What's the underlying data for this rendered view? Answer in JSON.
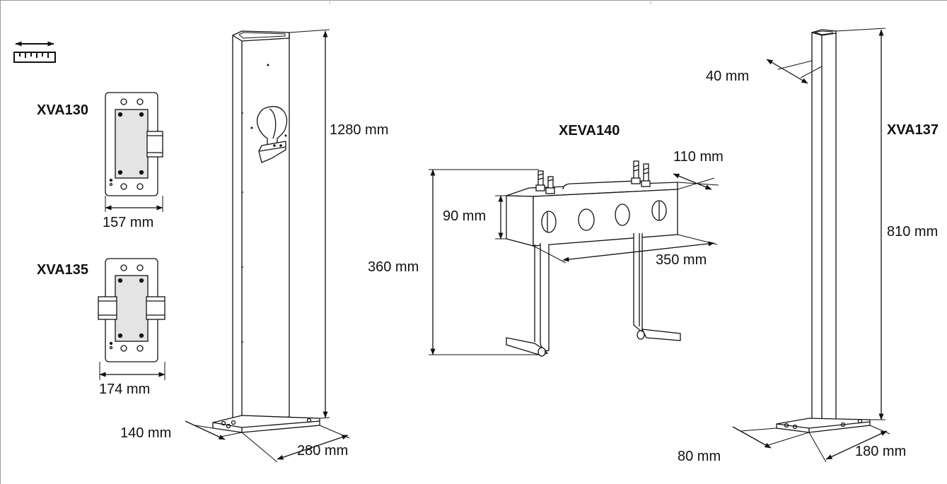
{
  "products": {
    "xva130": {
      "code": "XVA130",
      "width": "157 mm"
    },
    "xva135": {
      "code": "XVA135",
      "width": "174 mm"
    },
    "column": {
      "height": "1280 mm",
      "base_depth": "140 mm",
      "base_width": "280 mm"
    },
    "xeva140": {
      "code": "XEVA140",
      "depth": "110 mm",
      "frame_height": "90 mm",
      "total_height": "360 mm",
      "width": "350 mm"
    },
    "xva137": {
      "code": "XVA137",
      "pole_size": "40 mm",
      "height": "810 mm",
      "base_depth": "80 mm",
      "base_width": "180 mm"
    }
  },
  "icons": {
    "measure": "dimensions-ruler-icon"
  }
}
